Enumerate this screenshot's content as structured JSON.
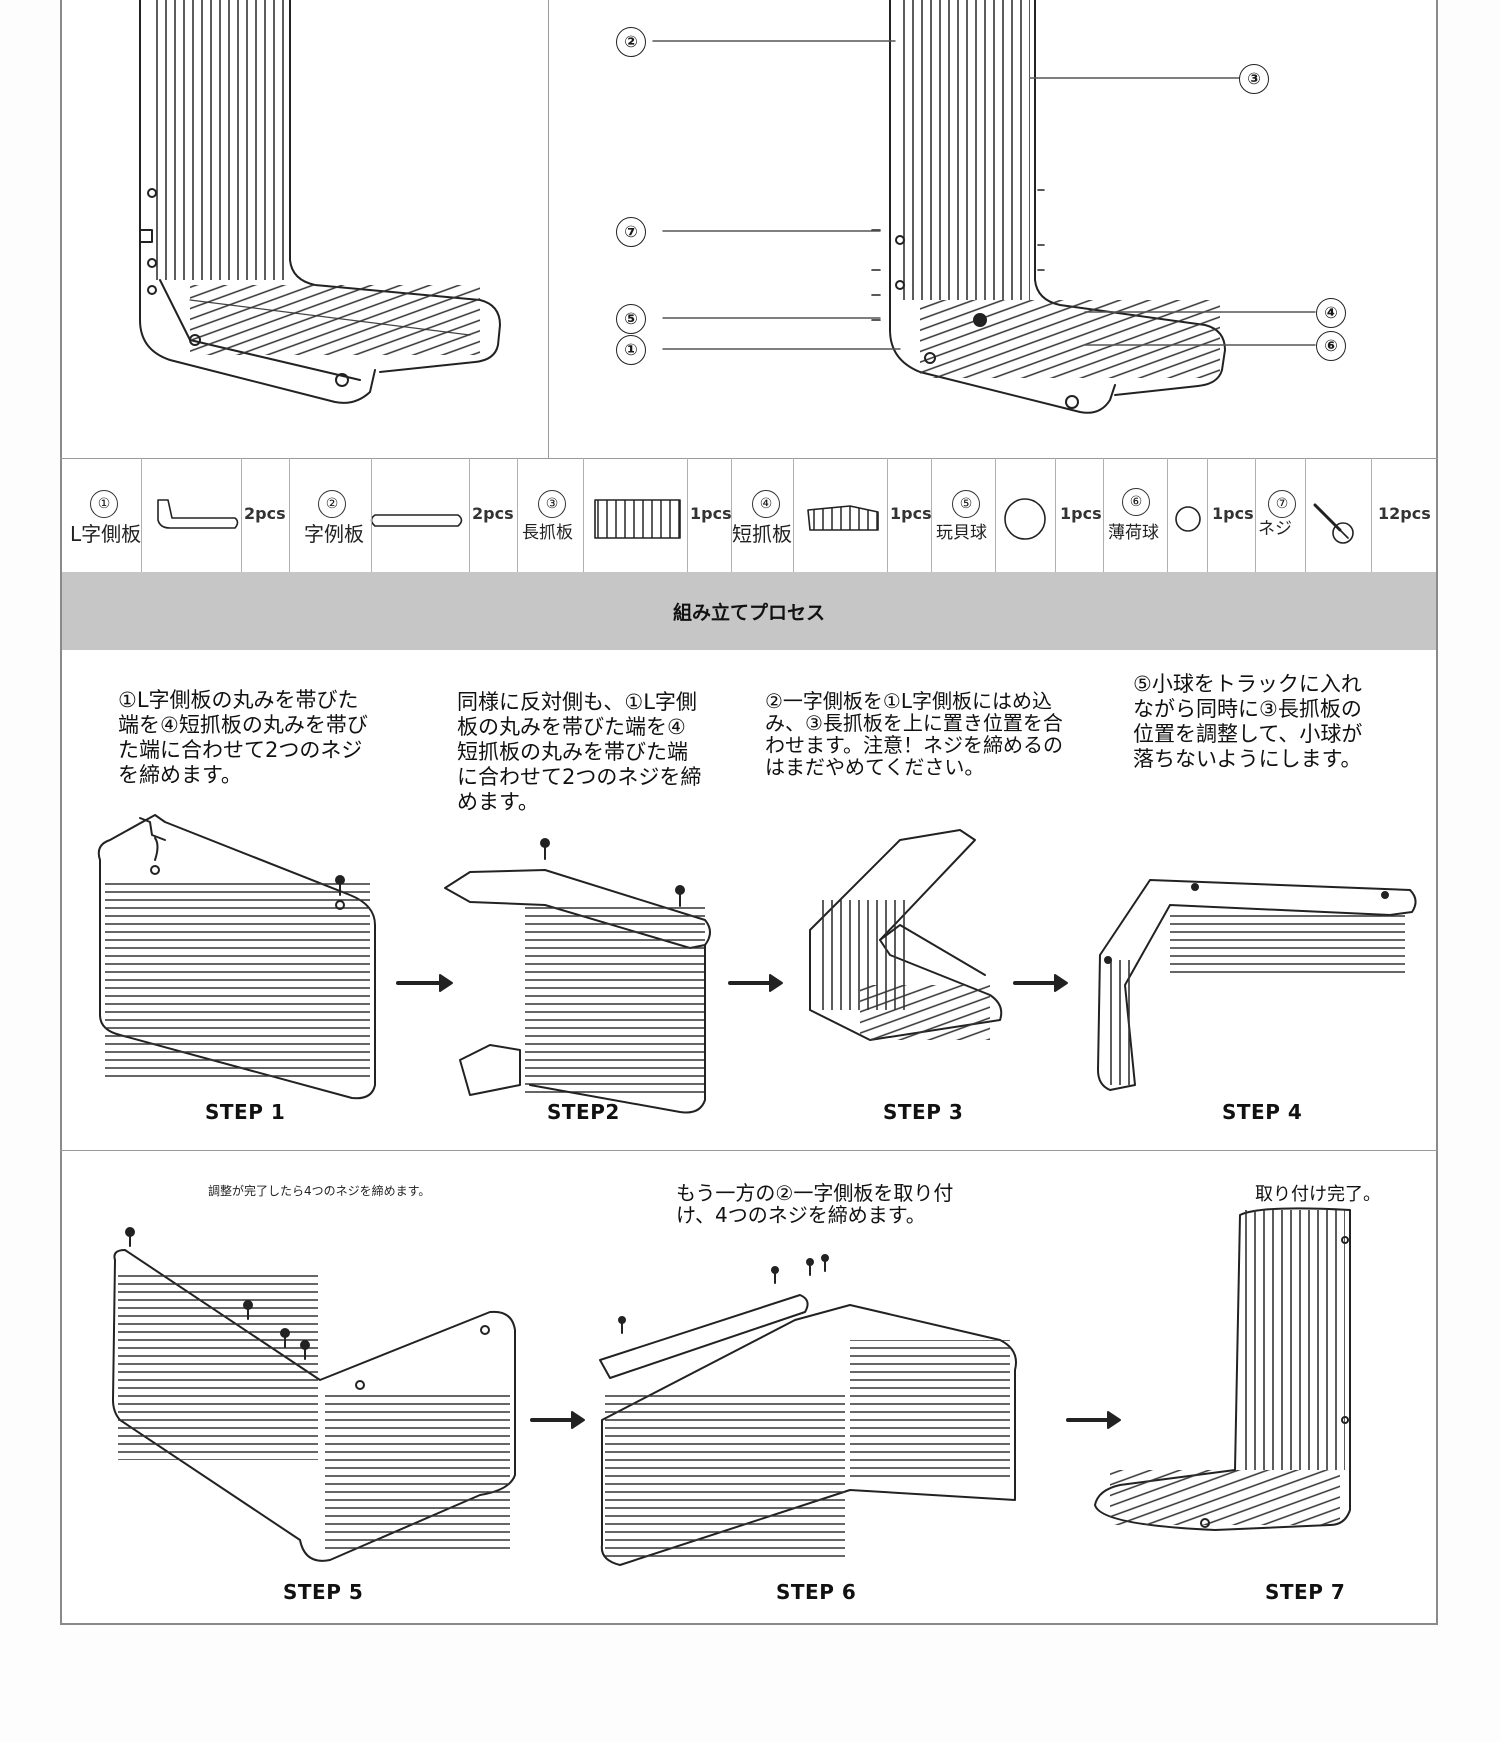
{
  "parts": [
    {
      "num": "①",
      "name": "L字側板",
      "qty": "2pcs",
      "icon": "l-side-plate-icon"
    },
    {
      "num": "②",
      "name": "字例板",
      "qty": "2pcs",
      "icon": "straight-side-plate-icon"
    },
    {
      "num": "③",
      "name": "長抓板",
      "qty": "1pcs",
      "icon": "long-scratch-board-icon"
    },
    {
      "num": "④",
      "name": "短抓板",
      "qty": "1pcs",
      "icon": "short-scratch-board-icon"
    },
    {
      "num": "⑤",
      "name": "玩貝球",
      "qty": "1pcs",
      "icon": "toy-ball-icon"
    },
    {
      "num": "⑥",
      "name": "薄荷球",
      "qty": "1pcs",
      "icon": "mint-ball-icon"
    },
    {
      "num": "⑦",
      "name": "ネジ",
      "qty": "12pcs",
      "icon": "screw-icon"
    }
  ],
  "callouts": [
    "②",
    "③",
    "⑦",
    "⑤",
    "①",
    "④",
    "⑥"
  ],
  "banner_title": "組み立てプロセス",
  "steps": [
    {
      "label": "STEP 1",
      "text": "①L字側板の丸みを帯びた端を④短抓板の丸みを帯びた端に合わせて2つのネジを締めます。"
    },
    {
      "label": "STEP2",
      "text": "同様に反対側も、①L字側板の丸みを帯びた端を④短抓板の丸みを帯びた端に合わせて2つのネジを締めます。"
    },
    {
      "label": "STEP 3",
      "text": "②一字側板を①L字側板にはめ込み、③長抓板を上に置き位置を合わせます。注意！ネジを締めるのはまだやめてください。"
    },
    {
      "label": "STEP 4",
      "text": "⑤小球をトラックに入れながら同時に③長抓板の位置を調整して、小球が落ちないようにします。"
    },
    {
      "label": "STEP 5",
      "text": "調整が完了したら4つのネジを締めます。"
    },
    {
      "label": "STEP 6",
      "text": "もう一方の②一字側板を取り付け、4つのネジを締めます。"
    },
    {
      "label": "STEP 7",
      "text": "取り付け完了。"
    }
  ]
}
